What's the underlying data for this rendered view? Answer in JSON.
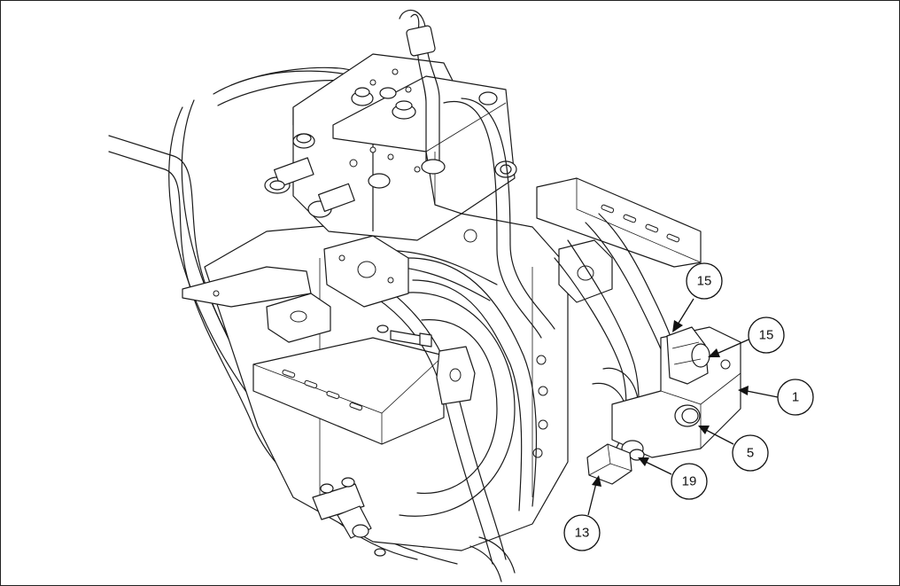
{
  "callouts": [
    {
      "id": "c15a",
      "label": "15"
    },
    {
      "id": "c15b",
      "label": "15"
    },
    {
      "id": "c1",
      "label": "1"
    },
    {
      "id": "c5",
      "label": "5"
    },
    {
      "id": "c19",
      "label": "19"
    },
    {
      "id": "c13",
      "label": "13"
    }
  ],
  "colors": {
    "line": "#1a1a1a",
    "background": "#ffffff"
  }
}
